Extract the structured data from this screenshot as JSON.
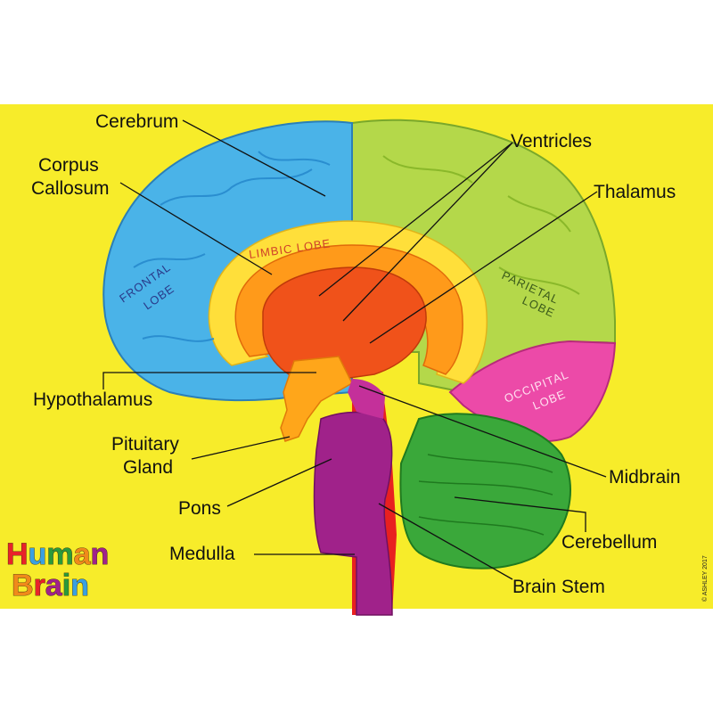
{
  "labels": {
    "cerebrum": "Cerebrum",
    "corpus_callosum_1": "Corpus",
    "corpus_callosum_2": "Callosum",
    "ventricles": "Ventricles",
    "thalamus": "Thalamus",
    "hypothalamus": "Hypothalamus",
    "pituitary_1": "Pituitary",
    "pituitary_2": "Gland",
    "pons": "Pons",
    "medulla": "Medulla",
    "midbrain": "Midbrain",
    "cerebellum": "Cerebellum",
    "brain_stem": "Brain Stem"
  },
  "lobes": {
    "frontal_1": "FRONTAL",
    "frontal_2": "LOBE",
    "limbic": "LIMBIC LOBE",
    "parietal_1": "PARIETAL",
    "parietal_2": "LOBE",
    "occipital_1": "OCCIPITAL",
    "occipital_2": "LOBE"
  },
  "title": {
    "word1": "Human",
    "word2": "Brain"
  },
  "copyright": "© ASHLEY 2017",
  "colors": {
    "background": "#f7ec2a",
    "frontal": "#4ab3e8",
    "parietal": "#b4d84a",
    "occipital": "#ec4aa8",
    "limbic": "#ffcf2a",
    "corpus": "#ff9a1a",
    "thalamus": "#f0521a",
    "brainstem": "#a0228a",
    "cerebellum": "#3aa83a"
  }
}
